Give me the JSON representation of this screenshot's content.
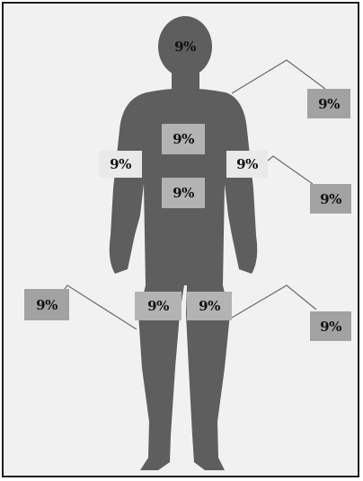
{
  "colors": {
    "background": "#f1f1f1",
    "silhouette": "#5e5e5e",
    "leader_line": "#6a6a6a",
    "label_on_body": "#b3b3b3",
    "label_on_arm": "#e9e9e9",
    "label_external": "#a2a2a2"
  },
  "labels": {
    "head": "9%",
    "chest": "9%",
    "abdomen": "9%",
    "left_arm": "9%",
    "right_arm": "9%",
    "left_thigh": "9%",
    "right_thigh": "9%",
    "back_upper": "9%",
    "back_lower": "9%",
    "left_leg_back": "9%",
    "right_leg_back": "9%"
  }
}
